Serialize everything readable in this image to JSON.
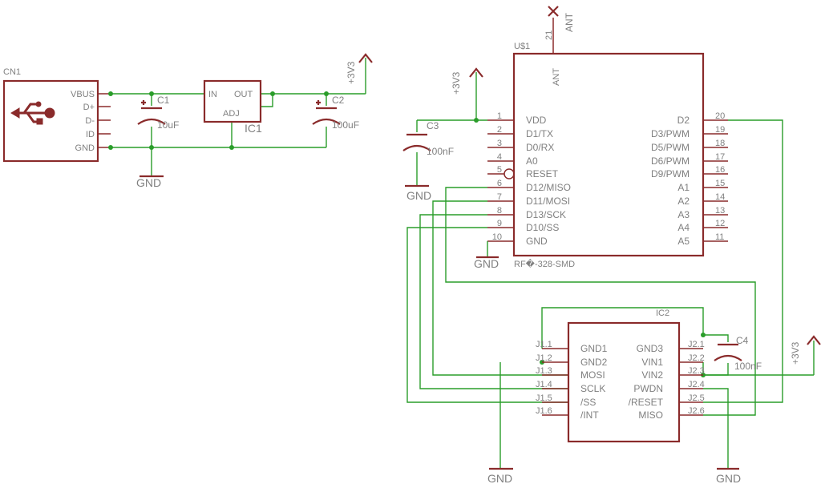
{
  "colors": {
    "wire": "#2a9d2a",
    "symbol": "#8a2b2b",
    "text": "#808080"
  },
  "cn1": {
    "name": "CN1",
    "pins": [
      "VBUS",
      "D+",
      "D-",
      "ID",
      "GND"
    ],
    "icon": "usb-icon"
  },
  "c1": {
    "name": "C1",
    "value": "10uF"
  },
  "c2": {
    "name": "C2",
    "value": "100uF"
  },
  "c3": {
    "name": "C3",
    "value": "100nF"
  },
  "c4": {
    "name": "C4",
    "value": "100nF"
  },
  "ic1": {
    "name": "IC1",
    "in": "IN",
    "out": "OUT",
    "adj": "ADJ"
  },
  "gnd_label": "GND",
  "v33_label": "+3V3",
  "ant": {
    "label": "ANT",
    "pin_number": "21"
  },
  "u1": {
    "name": "U$1",
    "value": "RF�-328-SMD",
    "top_pin": "ANT",
    "left_pins": [
      {
        "n": "1",
        "name": "VDD"
      },
      {
        "n": "2",
        "name": "D1/TX"
      },
      {
        "n": "3",
        "name": "D0/RX"
      },
      {
        "n": "4",
        "name": "A0"
      },
      {
        "n": "5",
        "name": "RESET"
      },
      {
        "n": "6",
        "name": "D12/MISO"
      },
      {
        "n": "7",
        "name": "D11/MOSI"
      },
      {
        "n": "8",
        "name": "D13/SCK"
      },
      {
        "n": "9",
        "name": "D10/SS"
      },
      {
        "n": "10",
        "name": "GND"
      }
    ],
    "right_pins": [
      {
        "n": "20",
        "name": "D2"
      },
      {
        "n": "19",
        "name": "D3/PWM"
      },
      {
        "n": "18",
        "name": "D5/PWM"
      },
      {
        "n": "17",
        "name": "D6/PWM"
      },
      {
        "n": "16",
        "name": "D9/PWM"
      },
      {
        "n": "15",
        "name": "A1"
      },
      {
        "n": "14",
        "name": "A2"
      },
      {
        "n": "13",
        "name": "A3"
      },
      {
        "n": "12",
        "name": "A4"
      },
      {
        "n": "11",
        "name": "A5"
      }
    ]
  },
  "ic2": {
    "name": "IC2",
    "left_pins": [
      {
        "pad": "J1.1",
        "name": "GND1"
      },
      {
        "pad": "J1.2",
        "name": "GND2"
      },
      {
        "pad": "J1.3",
        "name": "MOSI"
      },
      {
        "pad": "J1.4",
        "name": "SCLK"
      },
      {
        "pad": "J1.5",
        "name": "/SS"
      },
      {
        "pad": "J1.6",
        "name": "/INT"
      }
    ],
    "right_pins": [
      {
        "pad": "J2.1",
        "name": "GND3"
      },
      {
        "pad": "J2.2",
        "name": "VIN1"
      },
      {
        "pad": "J2.3",
        "name": "VIN2"
      },
      {
        "pad": "J2.4",
        "name": "PWDN"
      },
      {
        "pad": "J2.5",
        "name": "/RESET"
      },
      {
        "pad": "J2.6",
        "name": "MISO"
      }
    ]
  }
}
